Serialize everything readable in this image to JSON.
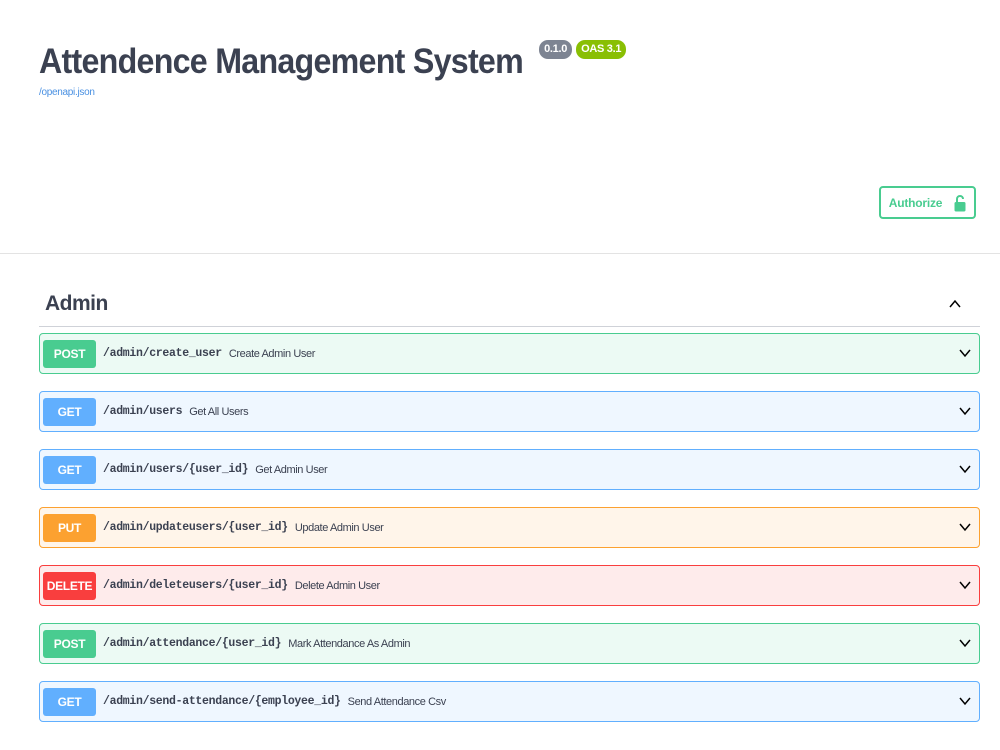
{
  "info": {
    "title": "Attendence Management System",
    "version": "0.1.0",
    "oas": "OAS 3.1",
    "spec_link": "/openapi.json"
  },
  "authorize": {
    "label": "Authorize",
    "icon": "lock-icon"
  },
  "tag": {
    "name": "Admin",
    "toggle_icon": "chevron-up-icon"
  },
  "colors": {
    "post": "#49cc90",
    "get": "#61affe",
    "put": "#fca130",
    "delete": "#f93e3e"
  },
  "operations": [
    {
      "method": "POST",
      "path": "/admin/create_user",
      "summary": "Create Admin User"
    },
    {
      "method": "GET",
      "path": "/admin/users",
      "summary": "Get All Users"
    },
    {
      "method": "GET",
      "path": "/admin/users/{user_id}",
      "summary": "Get Admin User"
    },
    {
      "method": "PUT",
      "path": "/admin/updateusers/{user_id}",
      "summary": "Update Admin User"
    },
    {
      "method": "DELETE",
      "path": "/admin/deleteusers/{user_id}",
      "summary": "Delete Admin User"
    },
    {
      "method": "POST",
      "path": "/admin/attendance/{user_id}",
      "summary": "Mark Attendance As Admin"
    },
    {
      "method": "GET",
      "path": "/admin/send-attendance/{employee_id}",
      "summary": "Send Attendance Csv"
    }
  ]
}
